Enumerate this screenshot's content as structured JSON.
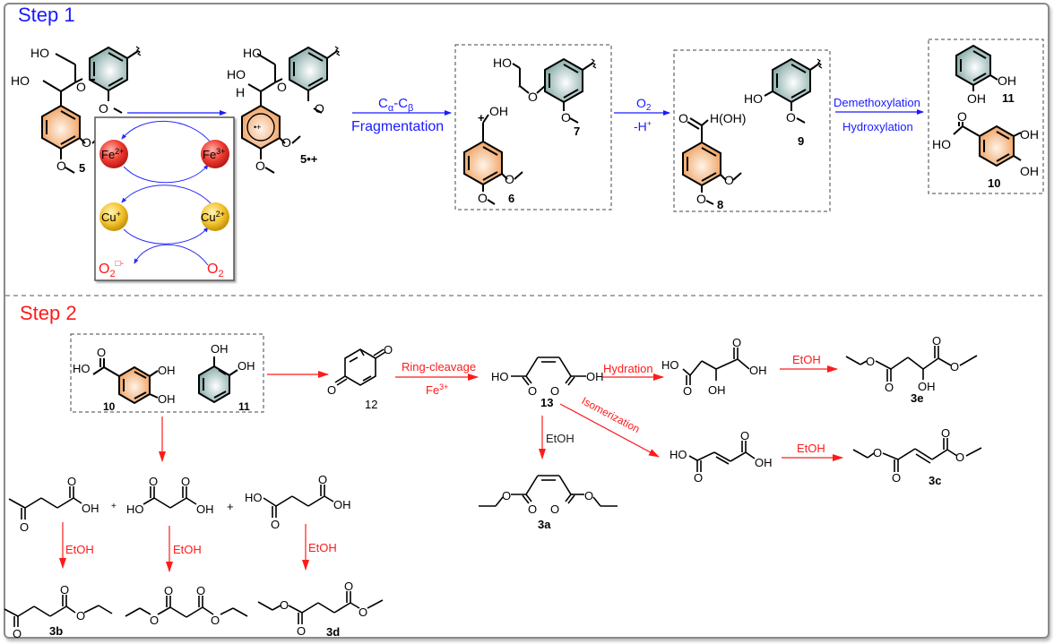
{
  "colors": {
    "step1": "#1a1aff",
    "step2": "#ff1a1a",
    "orange_ring": "#f0a060",
    "teal_ring": "#8fb3b0",
    "fe_ball": "#e8332c",
    "cu_ball": "#f2c12e",
    "frame": "#8a8a8a"
  },
  "step1": {
    "title": "Step 1",
    "arrows": {
      "a1_top": "Cα-Cβ",
      "a1_bottom": "Fragmentation",
      "a2_top": "O2",
      "a2_bottom": "-H+",
      "a3_top": "Demethoxylation",
      "a3_bottom": "Hydroxylation"
    },
    "compounds": {
      "c5": "5",
      "c5rad": "5•+",
      "c6": "6",
      "c7": "7",
      "c8": "8",
      "c9": "9",
      "c10": "10",
      "c11": "11"
    },
    "atoms": {
      "HO": "HO",
      "OH": "OH",
      "O": "O",
      "H": "H",
      "H_OH": "H(OH)",
      "radical_cation": "•+",
      "plus": "+"
    },
    "redox_cycle": {
      "fe2": "Fe2+",
      "fe3": "Fe3+",
      "cu1": "Cu+",
      "cu2": "Cu2+",
      "o2_radical": "O2•-",
      "o2": "O2"
    }
  },
  "step2": {
    "title": "Step 2",
    "arrows": {
      "ring_cleavage": "Ring-cleavage",
      "fe3": "Fe3+",
      "hydration": "Hydration",
      "isomerization": "Isomerization",
      "etoh": "EtOH"
    },
    "compounds": {
      "c10": "10",
      "c11": "11",
      "c12": "12",
      "c13": "13",
      "c3a": "3a",
      "c3b": "3b",
      "c3c": "3c",
      "c3d": "3d",
      "c3e": "3e"
    },
    "plus": "+"
  }
}
